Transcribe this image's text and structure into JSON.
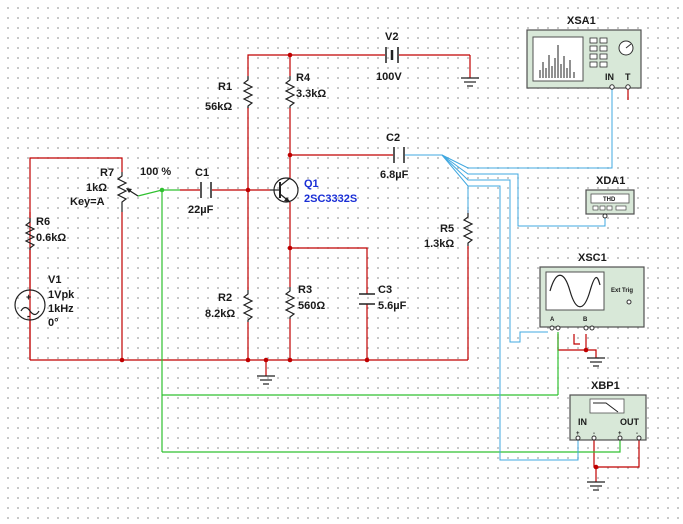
{
  "components": {
    "r1": {
      "ref": "R1",
      "value": "56kΩ"
    },
    "r2": {
      "ref": "R2",
      "value": "8.2kΩ"
    },
    "r3": {
      "ref": "R3",
      "value": "560Ω"
    },
    "r4": {
      "ref": "R4",
      "value": "3.3kΩ"
    },
    "r5": {
      "ref": "R5",
      "value": "1.3kΩ"
    },
    "r6": {
      "ref": "R6",
      "value": "0.6kΩ"
    },
    "r7": {
      "ref": "R7",
      "value": "1kΩ",
      "key": "Key=A",
      "percent": "100 %"
    },
    "c1": {
      "ref": "C1",
      "value": "22µF"
    },
    "c2": {
      "ref": "C2",
      "value": "6.8µF"
    },
    "c3": {
      "ref": "C3",
      "value": "5.6µF"
    },
    "q1": {
      "ref": "Q1",
      "model": "2SC3332S"
    },
    "v1": {
      "ref": "V1",
      "amplitude": "1Vpk",
      "frequency": "1kHz",
      "phase": "0°"
    },
    "v2": {
      "ref": "V2",
      "value": "100V"
    }
  },
  "instruments": {
    "xsa1": {
      "ref": "XSA1",
      "in_label": "IN",
      "t_label": "T"
    },
    "xda1": {
      "ref": "XDA1",
      "panel_label": "THD"
    },
    "xsc1": {
      "ref": "XSC1",
      "ext_trig": "Ext Trig",
      "ch_a": "A",
      "ch_b": "B"
    },
    "xbp1": {
      "ref": "XBP1",
      "in_label": "IN",
      "out_label": "OUT"
    }
  },
  "colors": {
    "wire_red": "#c00000",
    "wire_green": "#30c030",
    "wire_blue": "#40a8e0",
    "component": "#202020",
    "transistor_label": "#1a2fd6",
    "instrument_body": "#d8e8d8"
  }
}
